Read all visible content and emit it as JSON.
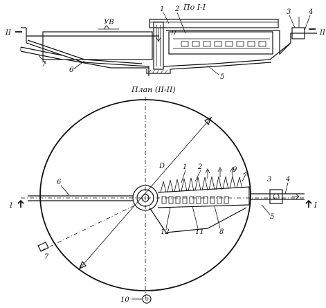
{
  "section_view": {
    "title": "По I-I",
    "water_level": "УВ",
    "section_mark_left": "II",
    "section_mark_right": "II",
    "callouts": [
      "1",
      "2",
      "3",
      "4",
      "5",
      "6",
      "7"
    ]
  },
  "plan_view": {
    "title": "План (II-II)",
    "diameter_label": "D",
    "section_mark_left": "I",
    "section_mark_right": "I",
    "callouts": [
      "1",
      "2",
      "3",
      "4",
      "5",
      "6",
      "7",
      "8",
      "9",
      "10",
      "11",
      "12"
    ]
  }
}
